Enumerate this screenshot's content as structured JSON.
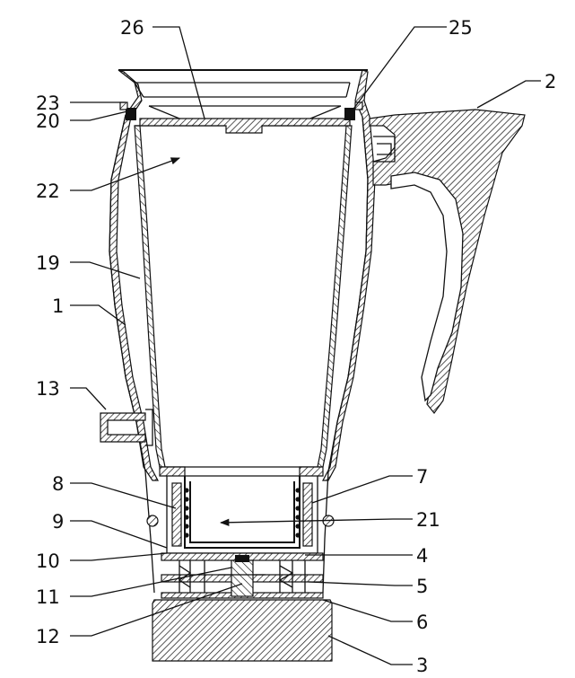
{
  "figure": {
    "callouts": [
      {
        "id": "c26",
        "text": "26"
      },
      {
        "id": "c25",
        "text": "25"
      },
      {
        "id": "c2",
        "text": "2"
      },
      {
        "id": "c23",
        "text": "23"
      },
      {
        "id": "c20",
        "text": "20"
      },
      {
        "id": "c22",
        "text": "22"
      },
      {
        "id": "c19",
        "text": "19"
      },
      {
        "id": "c1",
        "text": "1"
      },
      {
        "id": "c13",
        "text": "13"
      },
      {
        "id": "c8",
        "text": "8"
      },
      {
        "id": "c7",
        "text": "7"
      },
      {
        "id": "c9",
        "text": "9"
      },
      {
        "id": "c21",
        "text": "21"
      },
      {
        "id": "c10",
        "text": "10"
      },
      {
        "id": "c4",
        "text": "4"
      },
      {
        "id": "c11",
        "text": "11"
      },
      {
        "id": "c5",
        "text": "5"
      },
      {
        "id": "c6",
        "text": "6"
      },
      {
        "id": "c12",
        "text": "12"
      },
      {
        "id": "c3",
        "text": "3"
      }
    ]
  }
}
